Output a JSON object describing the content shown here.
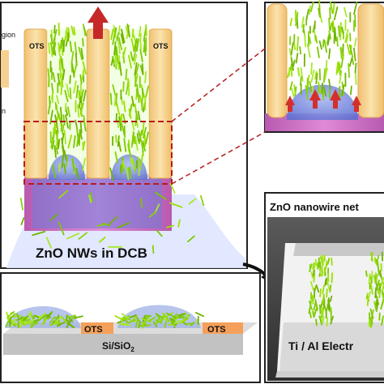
{
  "panels": {
    "main": {
      "ots_left": "OTS",
      "ots_right": "OTS",
      "partial_region": "gion",
      "partial_n": "n",
      "caption": "ZnO NWs in DCB"
    },
    "bottom": {
      "ots_left": "OTS",
      "ots_right": "OTS",
      "substrate": "Si/SiO",
      "substrate_sub": "2"
    },
    "network": {
      "title": "ZnO nanowire net",
      "electrode": "Ti / Al Electr"
    }
  },
  "colors": {
    "pillar": "#f7d58f",
    "pillar_edge": "#e9b85c",
    "nanowire": "#8fd400",
    "droplet": "#7f8fe0",
    "magenta_base": "#d070c0",
    "arrow_red": "#c62828",
    "dash_red": "#b71c1c",
    "ots_orange": "#f5a05a",
    "substrate": "#c8c8c8",
    "electrode": "#bdbdbd",
    "network_bg": "#3f3f3f"
  },
  "icons": [
    "up-arrow-icon",
    "zoom-connector-icon",
    "flow-arrow-icon"
  ]
}
